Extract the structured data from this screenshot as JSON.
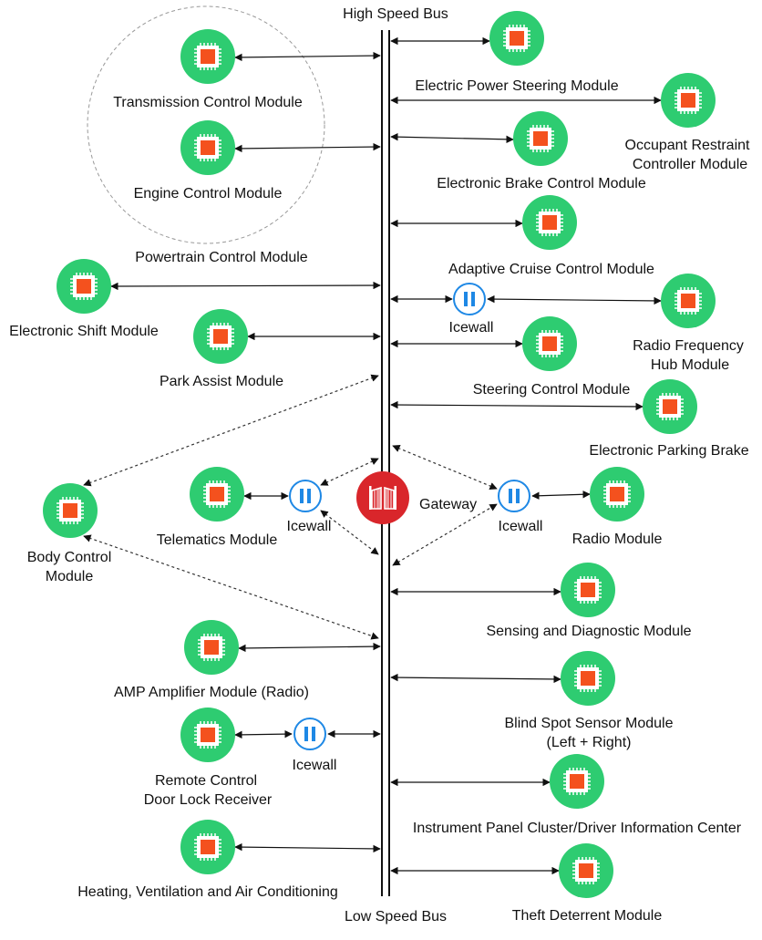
{
  "buses": {
    "high_speed": "High Speed Bus",
    "low_speed": "Low Speed Bus"
  },
  "gateway": {
    "label": "Gateway",
    "icon": "gateway-gate-icon",
    "color": "#d9262b"
  },
  "icewall_label": "Icewall",
  "powertrain_group": "Powertrain Control Module",
  "modules": {
    "transmission": {
      "label": "Transmission Control Module"
    },
    "engine": {
      "label": "Engine Control Module"
    },
    "shift": {
      "label": "Electronic Shift Module"
    },
    "park_assist": {
      "label": "Park Assist Module"
    },
    "body_control": {
      "l1": "Body Control",
      "l2": "Module"
    },
    "telematics": {
      "label": "Telematics Module"
    },
    "amp": {
      "label": "AMP Amplifier Module (Radio)"
    },
    "rcdlr": {
      "l1": "Remote Control",
      "l2": "Door Lock Receiver"
    },
    "hvac": {
      "label": "Heating, Ventilation and Air Conditioning"
    },
    "eps": {
      "label": "Electric Power Steering Module"
    },
    "occupant": {
      "l1": "Occupant Restraint",
      "l2": "Controller Module"
    },
    "ebcm": {
      "label": "Electronic Brake Control Module"
    },
    "acc": {
      "label": "Adaptive Cruise Control Module"
    },
    "rfhub": {
      "l1": "Radio Frequency",
      "l2": "Hub Module"
    },
    "steering": {
      "label": "Steering Control Module"
    },
    "epb": {
      "label": "Electronic Parking Brake"
    },
    "radio": {
      "label": "Radio Module"
    },
    "sdm": {
      "label": "Sensing and Diagnostic Module"
    },
    "blind_spot": {
      "l1": "Blind Spot Sensor Module",
      "l2": "(Left + Right)"
    },
    "ipc": {
      "label": "Instrument Panel Cluster/Driver Information Center"
    },
    "theft": {
      "label": "Theft Deterrent Module"
    }
  },
  "colors": {
    "module_fill": "#2ecc71",
    "chip_fill": "#f4511e",
    "icewall_stroke": "#1e88e5",
    "gateway_fill": "#d9262b"
  },
  "icons": {
    "module": "microchip-icon",
    "icewall": "pause-icon",
    "gateway": "gate-icon"
  }
}
